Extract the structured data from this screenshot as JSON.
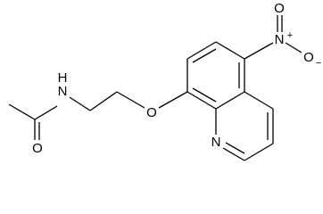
{
  "atoms": {
    "amide_n": "N",
    "amide_h": "H",
    "carbonyl_o": "O",
    "ether_o": "O",
    "ring_n": "N",
    "nitro_n": "N",
    "nitro_n_charge": "+",
    "nitro_o_top": "O",
    "nitro_o_right": "O",
    "nitro_o_right_charge": "−"
  },
  "colors": {
    "bond": "#000000",
    "label": "#000000",
    "background": "#ffffff"
  }
}
